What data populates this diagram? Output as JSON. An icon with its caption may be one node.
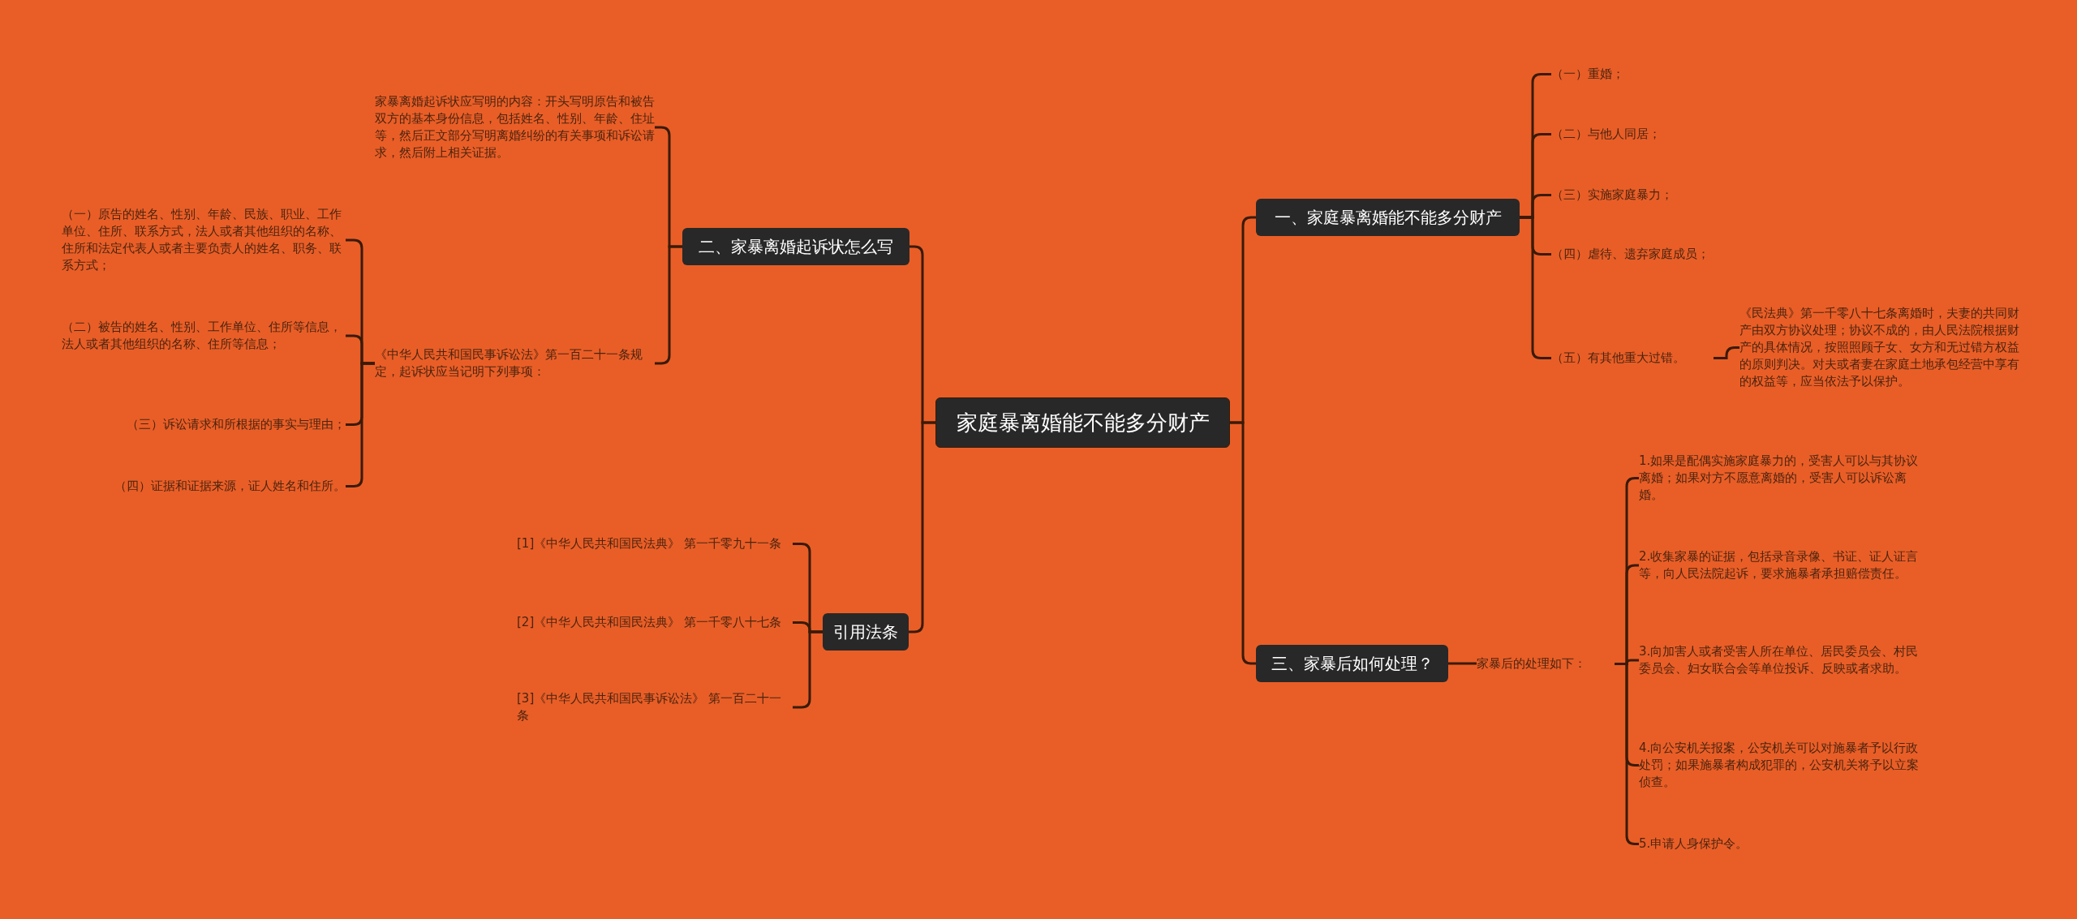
{
  "diagram": {
    "nodes": [
      {
        "text": [
          "家庭暴离婚能不能多分财产"
        ]
      },
      {
        "text": [
          "一、家庭暴离婚能不能多分财产"
        ]
      },
      {
        "text": [
          "（一）重婚；"
        ]
      },
      {
        "text": [
          "（二）与他人同居；"
        ]
      },
      {
        "text": [
          "（三）实施家庭暴力；"
        ]
      },
      {
        "text": [
          "（四）虐待、遗弃家庭成员；"
        ]
      },
      {
        "text": [
          "（五）有其他重大过错。"
        ]
      },
      {
        "text": [
          "《民法典》第一千零八十七条离婚时，夫妻的共同财产由双方协议处理；协议不成的，由人民法院根据财产的具体情况，按照照顾子女、女方和无过错方权益的原则判决。对夫或者妻在家庭土地承包经营中享有的权益等，应当依法予以保护。"
        ]
      },
      {
        "text": [
          "二、家暴离婚起诉状怎么写"
        ]
      },
      {
        "text": [
          "家暴离婚起诉状应写明的内容：开头写明原告和被告双方的基本身份信息，包括姓名、性别、年龄、住址等，然后正文部分写明离婚纠纷的有关事项和诉讼请求，然后附上相关证据。"
        ]
      },
      {
        "text": [
          "《中华人民共和国民事诉讼法》第一百二十一条规定，起诉状应当记明下列事项："
        ]
      },
      {
        "text": [
          "（一）原告的姓名、性别、年龄、民族、职业、工作单位、住所、联系方式，法人或者其他组织的名称、住所和法定代表人或者主要负责人的姓名、职务、联系方式；"
        ]
      },
      {
        "text": [
          "（二）被告的姓名、性别、工作单位、住所等信息，法人或者其他组织的名称、住所等信息；"
        ]
      },
      {
        "text": [
          "（三）诉讼请求和所根据的事实与理由；"
        ]
      },
      {
        "text": [
          "（四）证据和证据来源，证人姓名和住所。"
        ]
      },
      {
        "text": [
          "引用法条"
        ]
      },
      {
        "text": [
          "[1]《中华人民共和国民法典》 第一千零九十一条"
        ]
      },
      {
        "text": [
          "[2]《中华人民共和国民法典》 第一千零八十七条"
        ]
      },
      {
        "text": [
          "[3]《中华人民共和国民事诉讼法》 第一百二十一条"
        ]
      },
      {
        "text": [
          "三、家暴后如何处理？"
        ]
      },
      {
        "text": [
          "家暴后的处理如下："
        ]
      },
      {
        "text": [
          "1.如果是配偶实施家庭暴力的，受害人可以与其协议离婚；如果对方不愿意离婚的，受害人可以诉讼离婚。"
        ]
      },
      {
        "text": [
          "2.收集家暴的证据，包括录音录像、书证、证人证言等，向人民法院起诉，要求施暴者承担赔偿责任。"
        ]
      },
      {
        "text": [
          "3.向加害人或者受害人所在单位、居民委员会、村民委员会、妇女联合会等单位投诉、反映或者求助。"
        ]
      },
      {
        "text": [
          "4.向公安机关报案，公安机关可以对施暴者予以行政处罚；如果施暴者构成犯罪的，公安机关将予以立案侦查。"
        ]
      },
      {
        "text": [
          "5.申请人身保护令。"
        ]
      }
    ],
    "edges": [
      {
        "from": 0,
        "to": 1,
        "arrow": "none"
      },
      {
        "from": 1,
        "to": 2,
        "arrow": "none"
      },
      {
        "from": 1,
        "to": 3,
        "arrow": "none"
      },
      {
        "from": 1,
        "to": 4,
        "arrow": "none"
      },
      {
        "from": 1,
        "to": 5,
        "arrow": "none"
      },
      {
        "from": 1,
        "to": 6,
        "arrow": "none"
      },
      {
        "from": 6,
        "to": 7,
        "arrow": "none"
      },
      {
        "from": 0,
        "to": 8,
        "arrow": "none"
      },
      {
        "from": 8,
        "to": 9,
        "arrow": "none"
      },
      {
        "from": 8,
        "to": 10,
        "arrow": "none"
      },
      {
        "from": 10,
        "to": 11,
        "arrow": "none"
      },
      {
        "from": 10,
        "to": 12,
        "arrow": "none"
      },
      {
        "from": 10,
        "to": 13,
        "arrow": "none"
      },
      {
        "from": 10,
        "to": 14,
        "arrow": "none"
      },
      {
        "from": 0,
        "to": 15,
        "arrow": "none"
      },
      {
        "from": 15,
        "to": 16,
        "arrow": "none"
      },
      {
        "from": 15,
        "to": 17,
        "arrow": "none"
      },
      {
        "from": 15,
        "to": 18,
        "arrow": "none"
      },
      {
        "from": 0,
        "to": 19,
        "arrow": "none"
      },
      {
        "from": 19,
        "to": 20,
        "arrow": "none"
      },
      {
        "from": 20,
        "to": 21,
        "arrow": "none"
      },
      {
        "from": 20,
        "to": 22,
        "arrow": "none"
      },
      {
        "from": 20,
        "to": 23,
        "arrow": "none"
      },
      {
        "from": 20,
        "to": 24,
        "arrow": "none"
      },
      {
        "from": 20,
        "to": 25,
        "arrow": "none"
      }
    ]
  }
}
